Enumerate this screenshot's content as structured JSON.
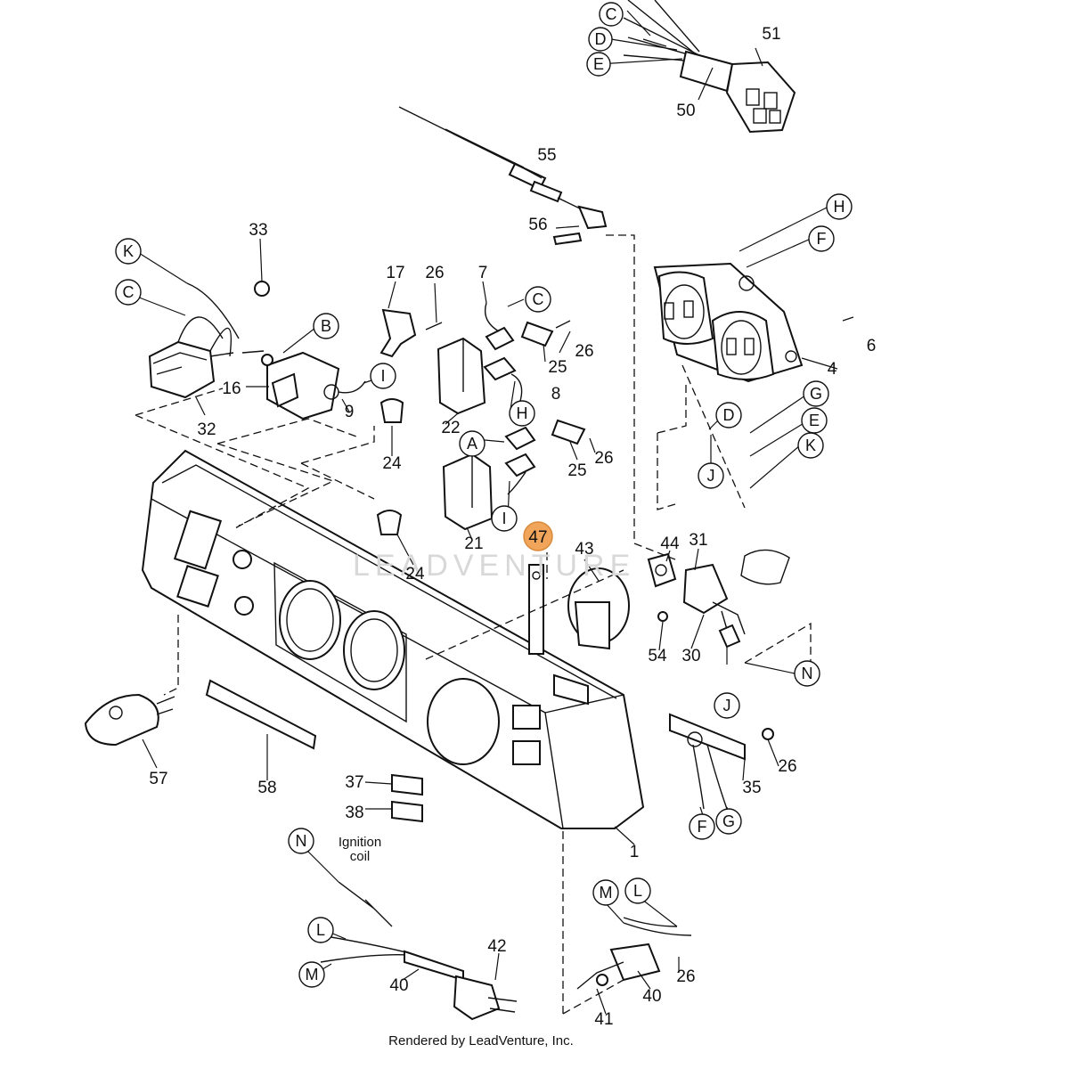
{
  "diagram": {
    "watermark": "LEADVENTURE",
    "footer": "Rendered by LeadVenture, Inc.",
    "ignition_note": [
      "Ignition",
      "coil"
    ],
    "highlighted_callout": "47",
    "callouts": {
      "c1": "1",
      "c4": "4",
      "c6": "6",
      "c7": "7",
      "c8": "8",
      "c9": "9",
      "c16": "16",
      "c17": "17",
      "c21": "21",
      "c22": "22",
      "c24a": "24",
      "c24b": "24",
      "c25a": "25",
      "c25b": "25",
      "c26a": "26",
      "c26b": "26",
      "c26c": "26",
      "c26d": "26",
      "c26e": "26",
      "c30": "30",
      "c31": "31",
      "c32": "32",
      "c33": "33",
      "c35": "35",
      "c37": "37",
      "c38": "38",
      "c40a": "40",
      "c40b": "40",
      "c41": "41",
      "c42": "42",
      "c43": "43",
      "c44": "44",
      "c47": "47",
      "c50": "50",
      "c51": "51",
      "c54": "54",
      "c55": "55",
      "c56": "56",
      "c57": "57",
      "c58": "58"
    },
    "connector_letters": {
      "l_c_top": "C",
      "l_d_top": "D",
      "l_e_top": "E",
      "l_k_left": "K",
      "l_c_left": "C",
      "l_b": "B",
      "l_c_mid": "C",
      "l_i_a": "I",
      "l_h_mid": "H",
      "l_a": "A",
      "l_i_b": "I",
      "l_h_right": "H",
      "l_f_right": "F",
      "l_d_right": "D",
      "l_g_right": "G",
      "l_e_right": "E",
      "l_k_right": "K",
      "l_j_right": "J",
      "l_n_right": "N",
      "l_j_low": "J",
      "l_f_low": "F",
      "l_g_low": "G",
      "l_n_low": "N",
      "l_l_low": "L",
      "l_m_low": "M",
      "l_m_br": "M",
      "l_l_br": "L"
    }
  }
}
